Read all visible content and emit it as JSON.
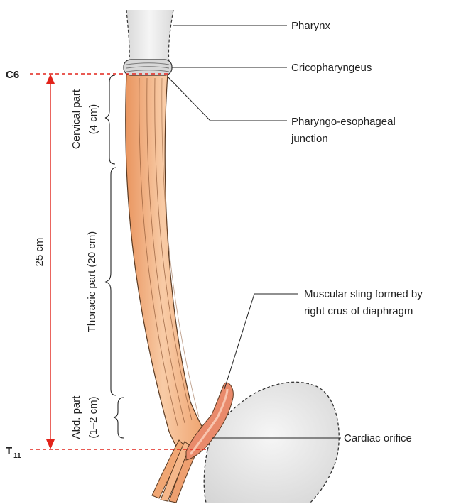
{
  "labels": {
    "pharynx": "Pharynx",
    "cricopharyngeus": "Cricopharyngeus",
    "junction_line1": "Pharyngo-esophageal",
    "junction_line2": "junction",
    "sling_line1": "Muscular sling formed by",
    "sling_line2": "right crus of diaphragm",
    "cardiac_orifice": "Cardiac orifice"
  },
  "levels": {
    "top": "C6",
    "bottom_main": "T",
    "bottom_sub": "11"
  },
  "measurement": {
    "total_length": "25 cm"
  },
  "parts": [
    {
      "line1": "Cervical part",
      "line2": "(4 cm)"
    },
    {
      "line1": "Thoracic part (20 cm)",
      "line2": ""
    },
    {
      "line1": "Abd. part",
      "line2": "(1–2 cm)"
    }
  ],
  "colors": {
    "esophagus": "#f0a673",
    "esophagus_light": "#f8c9a2",
    "esophagus_stroke": "#5a3a22",
    "sling": "#e98a6b",
    "organ_fill": "#e6e6e6",
    "measure_red": "#e2231a",
    "leader": "#222222"
  }
}
